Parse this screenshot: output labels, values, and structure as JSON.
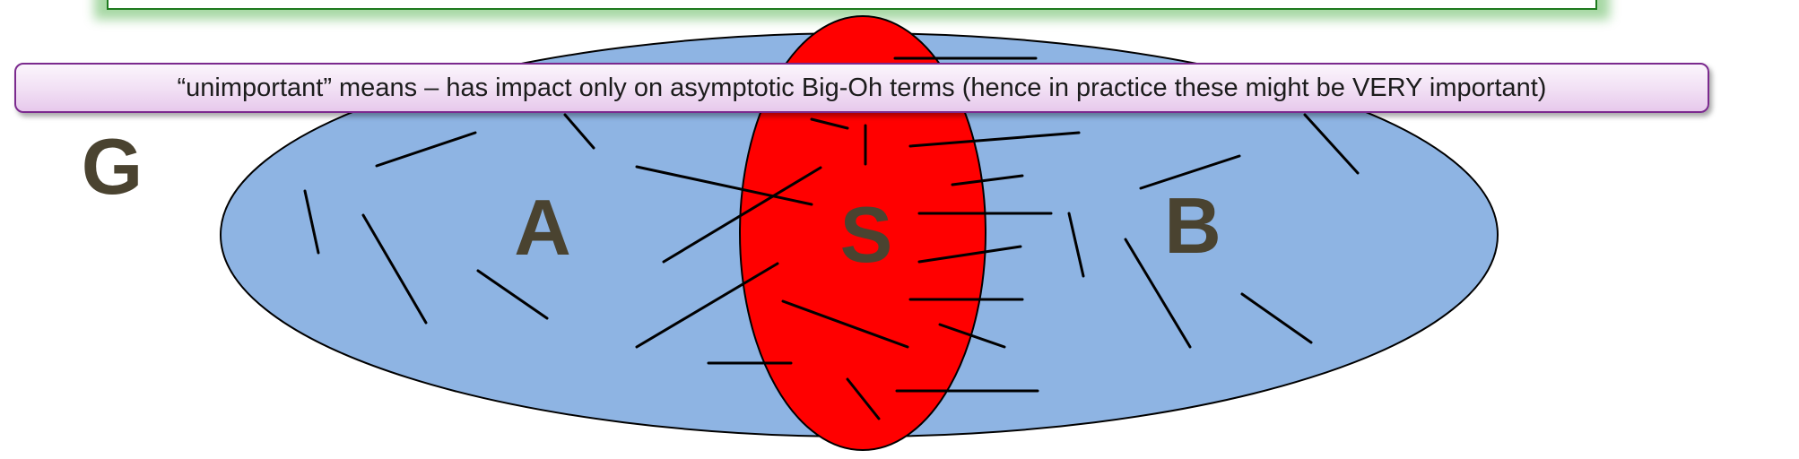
{
  "callout": {
    "text": "“unimportant” means – has impact only on asymptotic Big-Oh terms (hence in practice these might be VERY important)"
  },
  "labels": {
    "graph": "G",
    "part_a": "A",
    "separator": "S",
    "part_b": "B"
  },
  "colors": {
    "outer_ellipse_fill": "#8eb4e3",
    "separator_fill": "#ff0000",
    "label_text": "#4a4330",
    "top_box_fill": "#3fa63a",
    "callout_border": "#7b2a8e"
  }
}
